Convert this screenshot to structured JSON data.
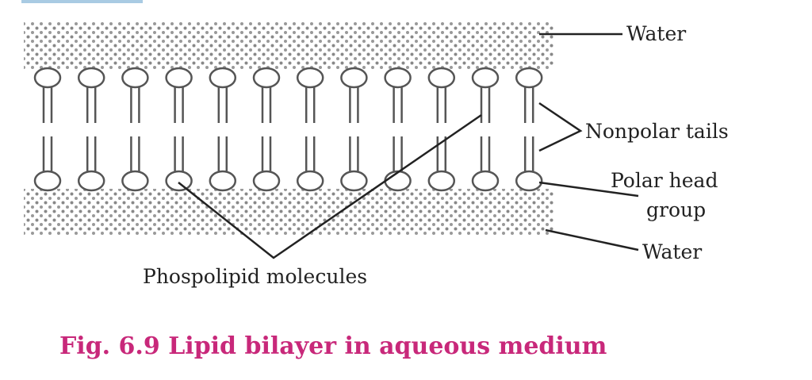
{
  "labels": {
    "water_top": "Water",
    "nonpolar_tails": "Nonpolar tails",
    "polar_head_line1": "Polar head",
    "polar_head_line2": "group",
    "water_bottom": "Water",
    "phospholipid": "Phospolipid molecules"
  },
  "caption": "Fig. 6.9 Lipid bilayer in aqueous medium",
  "molecule_count": 12,
  "colors": {
    "caption": "#c8287a",
    "top_bar": "#a9cbe3",
    "line": "#333333"
  }
}
